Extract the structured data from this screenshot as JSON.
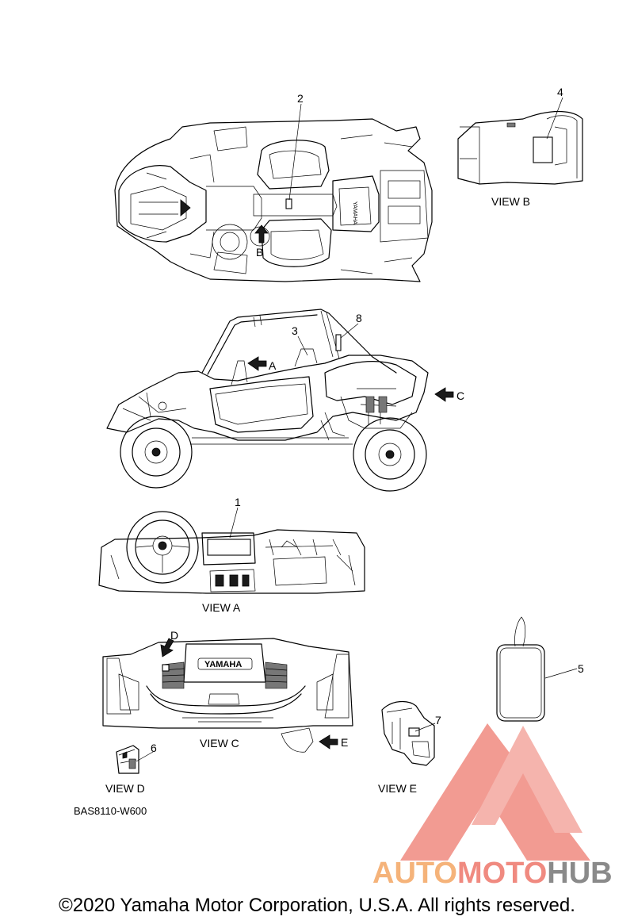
{
  "callouts": {
    "c1": "1",
    "c2": "2",
    "c3": "3",
    "c4": "4",
    "c5": "5",
    "c6": "6",
    "c7": "7",
    "c8": "8"
  },
  "view_markers": {
    "a": "A",
    "b": "B",
    "c": "C",
    "d": "D",
    "e": "E"
  },
  "view_titles": {
    "view_a": "VIEW A",
    "view_b": "VIEW B",
    "view_c": "VIEW C",
    "view_d": "VIEW D",
    "view_e": "VIEW E"
  },
  "hood_text": "YAMAHA",
  "part_code": "BAS8110-W600",
  "watermark": {
    "part1": "AUTO",
    "part2": "MOTO",
    "part3": "HUB",
    "color_red": "#f08a80",
    "color_orange": "#f5b37a",
    "color_grey": "#8a8a8a"
  },
  "copyright": "©2020 Yamaha Motor Corporation, U.S.A. All rights reserved."
}
